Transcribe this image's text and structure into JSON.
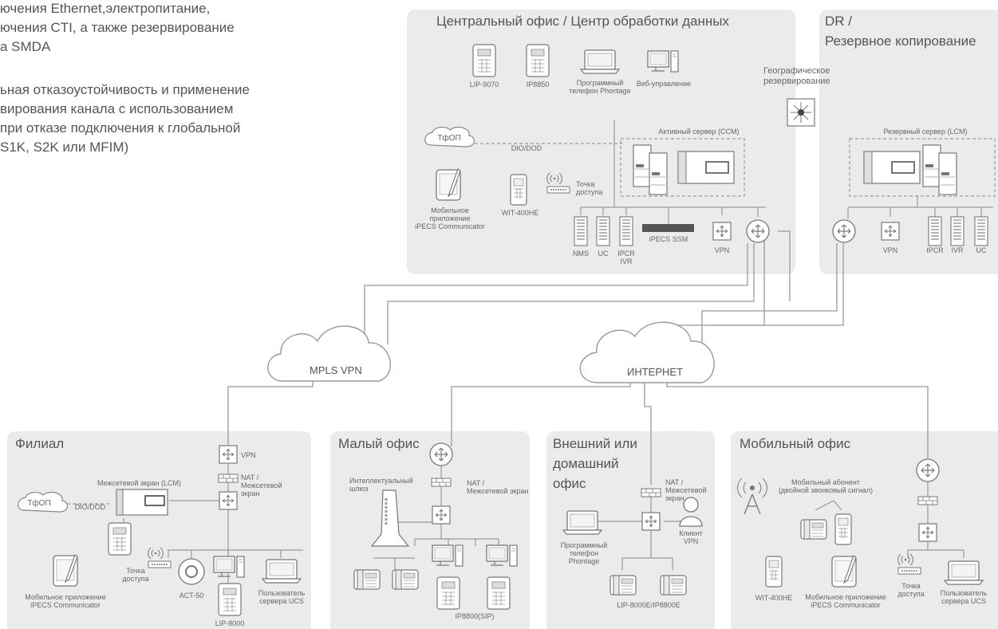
{
  "intro": [
    "ючения Ethernet,электропитание,",
    "ючения CTI, а также резервирование",
    "а SMDA",
    "ьная отказоустойчивость и применение",
    "вирования канала с использованием",
    " при отказе подключения к глобальной",
    "S1K, S2K или MFIM)"
  ],
  "panels": {
    "central": "Центральный офис / Центр обработки данных",
    "dr_1": "DR /",
    "dr_2": "Резервное копирование",
    "branch": "Филиал",
    "small": "Малый офис",
    "home_1": "Внешний или",
    "home_2": "домашний",
    "home_3": "офис",
    "mobile": "Мобильный офис"
  },
  "labels": {
    "lip9070": "LIP-9070",
    "ip8850": "IP8850",
    "softphone_c_1": "Программный",
    "softphone_c_2": "телефон Phontage",
    "webmgmt": "Веб-управление",
    "geo_1": "Географическое",
    "geo_2": "резервирование",
    "pstn_c": "ТфОП",
    "diodod_c": "DIO/DOD",
    "active_srv": "Активный сервер (CCM)",
    "backup_srv": "Резервный сервер (LCM)",
    "mob_c_1": "Мобильное",
    "mob_c_2": "приложение",
    "mob_c_3": "iPECS Communicator",
    "wit_c": "WIT-400HE",
    "ap_c_1": "Точка",
    "ap_c_2": "доступа",
    "nms": "NMS",
    "uc_c": "UC",
    "ipcr_c_1": "IPCR",
    "ipcr_c_2": "IVR",
    "ssm": "iPECS SSM",
    "vpn_c": "VPN",
    "vpn_dr": "VPN",
    "ipcr_dr": "IPCR",
    "ivr_dr": "IVR",
    "uc_dr": "UC",
    "mpls": "MPLS VPN",
    "internet": "ИНТЕРНЕТ",
    "vpn_b": "VPN",
    "nat_b_1": "NAT /",
    "nat_b_2": "Межсетевой",
    "nat_b_3": "экран",
    "fw_lcm": "Межсетевой экран (LCM)",
    "pstn_b": "ТфОП",
    "diodod_b": "DIO/DOD",
    "ap_b_1": "Точка",
    "ap_b_2": "доступа",
    "act50": "ACT-50",
    "ucs_b_1": "Пользователь",
    "ucs_b_2": "сервера UCS",
    "lip8000": "LIP-8000",
    "mob_b_1": "Мобильное приложение",
    "mob_b_2": "iPECS Communicator",
    "igw_1": "Интеллектуальный",
    "igw_2": "шлюз",
    "nat_s_1": "NAT /",
    "nat_s_2": "Межсетевой экран",
    "ip8800sip": "IP8800(SIP)",
    "nat_h_1": "NAT /",
    "nat_h_2": "Межсетевой",
    "nat_h_3": "экран",
    "soft_h_1": "Программный",
    "soft_h_2": "телефон",
    "soft_h_3": "Phontage",
    "vpncl_1": "Клиент",
    "vpncl_2": "VPN",
    "lip8000e": "LIP-8000E/IP8800E",
    "mobsub_1": "Мобильный абонент",
    "mobsub_2": "(двойной звонковый сигнал)",
    "wit_m": "WIT-400HE",
    "mob_m_1": "Мобильное приложение",
    "mob_m_2": "iPECS Communicator",
    "ap_m_1": "Точка",
    "ap_m_2": "доступа",
    "ucs_m_1": "Пользователь",
    "ucs_m_2": "сервера UCS"
  }
}
